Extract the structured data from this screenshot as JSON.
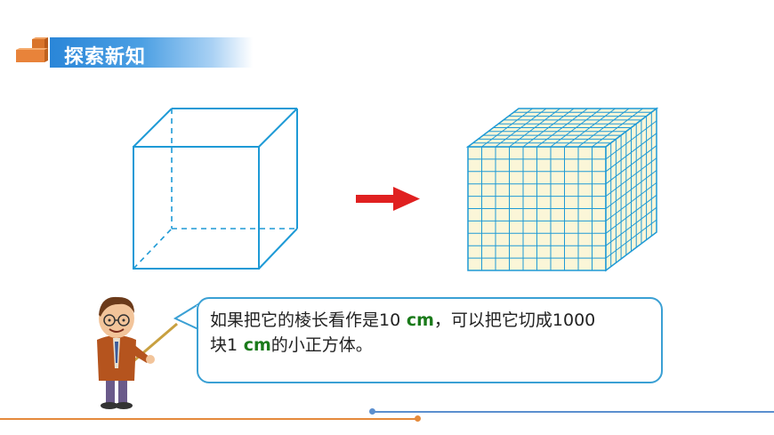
{
  "header": {
    "title": "探索新知"
  },
  "speech": {
    "seg1": "如果把它的棱长看作是",
    "num1": "10",
    "unit1": " cm",
    "seg2": "，可以把它切成",
    "num2": "1000",
    "seg3": "块",
    "num3": "1",
    "unit2": " cm",
    "seg4": "的小正方体。"
  },
  "colors": {
    "accent": "#2a86d8",
    "cube_line": "#1e9ad6",
    "arrow": "#e02020",
    "grid_fill": "#fbf6d8"
  }
}
